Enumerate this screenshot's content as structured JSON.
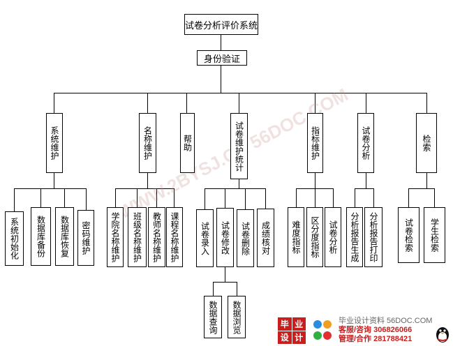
{
  "root": "试卷分析评价系统",
  "auth": "身份验证",
  "modules": [
    {
      "label": "系统维护",
      "children": [
        "系统初始化",
        "数据库备份",
        "数据库恢复",
        "密码维护"
      ]
    },
    {
      "label": "名称维护",
      "children": [
        "学院名称维护",
        "班级名称维护",
        "教师名称维护",
        "课程名称维护"
      ]
    },
    {
      "label": "帮助",
      "children": []
    },
    {
      "label": "试卷维护统计",
      "children": [
        "试卷录入",
        "试卷修改",
        "试卷删除",
        "成绩核对"
      ]
    },
    {
      "label": "指标维护",
      "children": [
        "难度指标",
        "区分度指标",
        "试卷分析"
      ]
    },
    {
      "label": "试卷分析",
      "children": [
        "分析报告生成",
        "分析报告打印"
      ]
    },
    {
      "label": "检索",
      "children": [
        "试卷检索",
        "学生检索"
      ]
    }
  ],
  "sub_children": [
    "数据查询",
    "数据浏览"
  ],
  "watermark": "WWW.2BYSJ.CN 56DOC.COM",
  "footer": {
    "logo_chars": [
      "毕",
      "业",
      "设",
      "计"
    ],
    "site": "毕业设计资料 56DOC.COM",
    "service_label": "客服/咨询",
    "service_qq": "306826066",
    "manage_label": "管理/合作",
    "manage_qq": "281788421"
  }
}
